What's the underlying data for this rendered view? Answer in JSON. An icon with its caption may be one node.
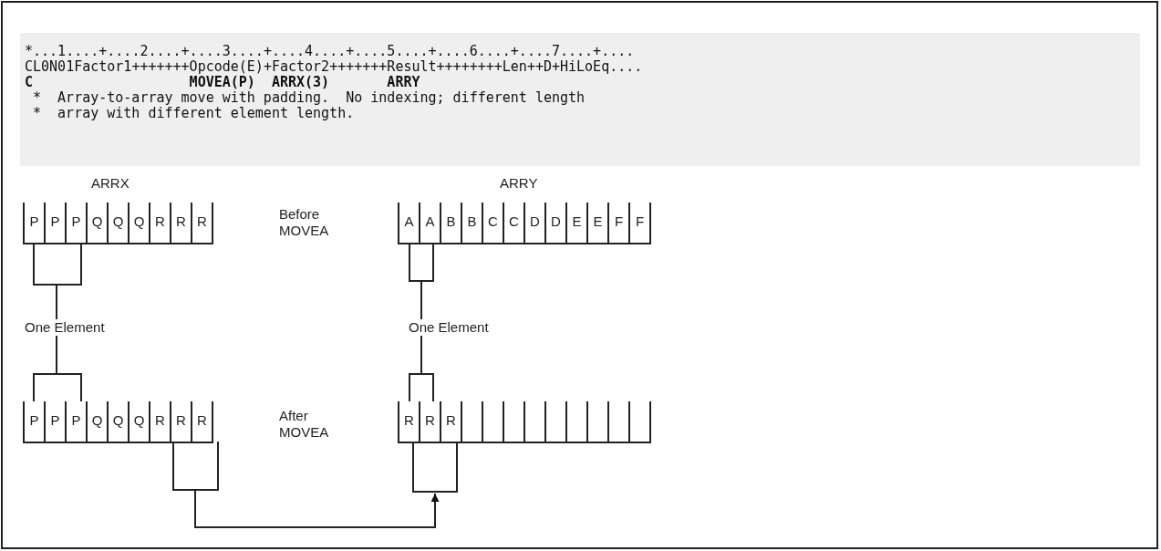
{
  "diagram": {
    "nodes": [
      {
        "text": [
          "P",
          "P",
          "P",
          "Q",
          "Q",
          "Q",
          "R",
          "R",
          "R"
        ],
        "beside": [
          "ARRX"
        ]
      },
      {
        "text": [
          "A",
          "A",
          "B",
          "B",
          "C",
          "C",
          "D",
          "D",
          "E",
          "E",
          "F",
          "F"
        ],
        "beside": [
          "ARRY"
        ]
      },
      {
        "text": [
          "One Element"
        ]
      },
      {
        "text": [
          "One Element"
        ]
      },
      {
        "text": [
          "P",
          "P",
          "P",
          "Q",
          "Q",
          "Q",
          "R",
          "R",
          "R"
        ]
      },
      {
        "text": [
          "R",
          "R",
          "R"
        ]
      }
    ],
    "edges": [
      {
        "from": 0,
        "to": 2,
        "arrow": "none"
      },
      {
        "from": 1,
        "to": 3,
        "arrow": "none"
      },
      {
        "from": 2,
        "to": 4,
        "arrow": "none"
      },
      {
        "from": 3,
        "to": 5,
        "arrow": "none"
      },
      {
        "from": 4,
        "to": 5,
        "arrow": "to"
      }
    ],
    "labels": [
      "*...1....+....2....+....3....+....4....+....5....+....6....+....7....+....",
      "CL0N01Factor1+++++++Opcode(E)+Factor2+++++++Result++++++++Len++D+HiLoEq....",
      "C                   MOVEA(P)  ARRX(3)       ARRY",
      "*  Array-to-array move with padding.  No indexing; different length",
      "*  array with different element length.",
      "Before MOVEA",
      "After MOVEA"
    ]
  }
}
